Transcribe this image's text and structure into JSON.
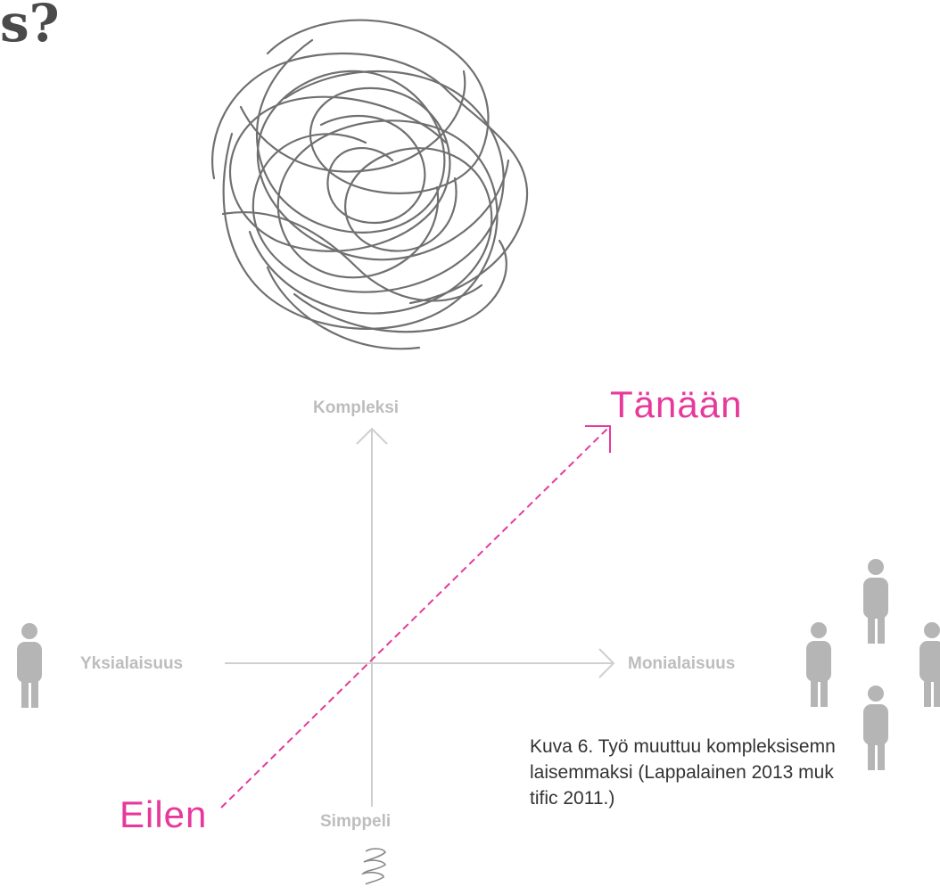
{
  "heading": "s?",
  "axes": {
    "top": "Kompleksi",
    "bottom": "Simppeli",
    "left": "Yksialaisuus",
    "right": "Monialaisuus"
  },
  "eras": {
    "past": "Eilen",
    "present": "Tänään"
  },
  "caption": {
    "line1": "Kuva 6. Työ muuttuu kompleksisemn",
    "line2": "laisemmaksi (Lappalainen 2013 muk",
    "line3": "tific 2011.)"
  },
  "colors": {
    "accent": "#e6399b",
    "axis": "#cfcfcf",
    "person": "#b5b5b5",
    "scribble": "#707070"
  },
  "icons": [
    "tangled-scribble-icon",
    "person-icon",
    "spring-icon"
  ]
}
